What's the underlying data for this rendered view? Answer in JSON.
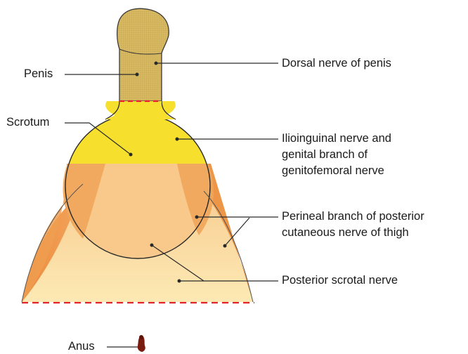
{
  "labels": {
    "penis": "Penis",
    "scrotum": "Scrotum",
    "anus": "Anus",
    "dorsal_nerve": "Dorsal nerve of penis",
    "ilioinguinal_line1": "Ilioinguinal nerve and",
    "ilioinguinal_line2": "genital branch of",
    "ilioinguinal_line3": "genitofemoral nerve",
    "perineal_line1": "Perineal branch of posterior",
    "perineal_line2": "cutaneous nerve of thigh",
    "posterior_scrotal": "Posterior scrotal nerve"
  },
  "colors": {
    "penis_fill": "#d9bc66",
    "ilioinguinal_zone": "#f6dc2a",
    "perineal_zone": "#ee9a4a",
    "posterior_scrotal_zone": "#fbe6a8",
    "boundary_dashes": "#e0242a",
    "anus": "#7a1c10"
  }
}
